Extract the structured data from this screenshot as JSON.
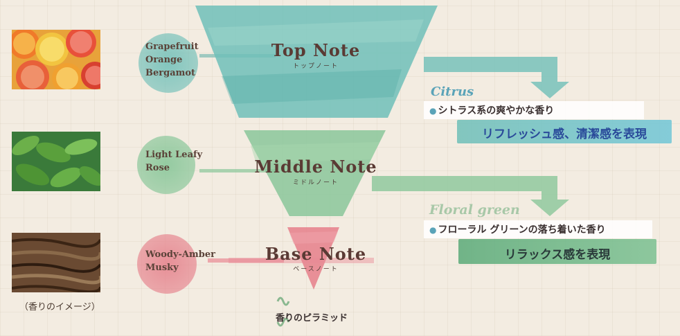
{
  "photo_caption": "（香りのイメージ）",
  "notes": [
    {
      "title": "Top Note",
      "subtitle": "トップノート",
      "ingredients": [
        "Grapefruit",
        "Orange",
        "Bergamot"
      ]
    },
    {
      "title": "Middle Note",
      "subtitle": "ミドルノート",
      "ingredients": [
        "Light Leafy",
        "Rose"
      ]
    },
    {
      "title": "Base Note",
      "subtitle": "ベースノート",
      "ingredients": [
        "Woody-Amber",
        "Musky"
      ]
    }
  ],
  "categories": [
    {
      "name": "Citrus",
      "description": "シトラス系の爽やかな香り",
      "effect": "リフレッシュ感、清潔感を表現"
    },
    {
      "name": "Floral green",
      "description": "フローラル グリーンの落ち着いた香り",
      "effect": "リラックス感を表現"
    }
  ],
  "footer": "香りのピラミッド",
  "colors": {
    "top": "#6fbfb8",
    "middle": "#8ac79a",
    "base": "#e57f8a",
    "citrus_band": "#2a6f97",
    "green_band": "#3a9a6a"
  }
}
